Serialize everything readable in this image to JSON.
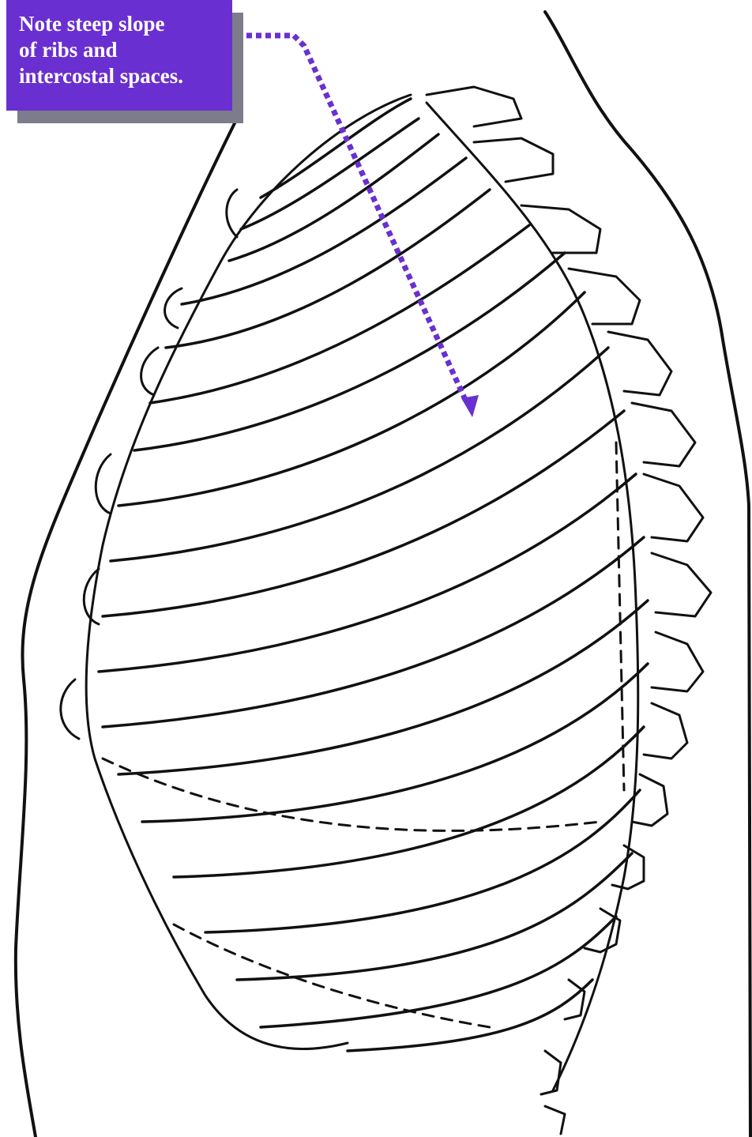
{
  "callout": {
    "lines": [
      "Note steep slope",
      "of ribs and",
      "intercostal spaces."
    ],
    "background_color": "#6a2fd0",
    "text_color": "#ffffff",
    "shadow_color": "#7c7c8c"
  },
  "arrow": {
    "color": "#6a2fd0",
    "style": "dotted"
  },
  "illustration": {
    "subject": "lateral view of thoracic rib cage within body outline",
    "line_color": "#111111"
  }
}
